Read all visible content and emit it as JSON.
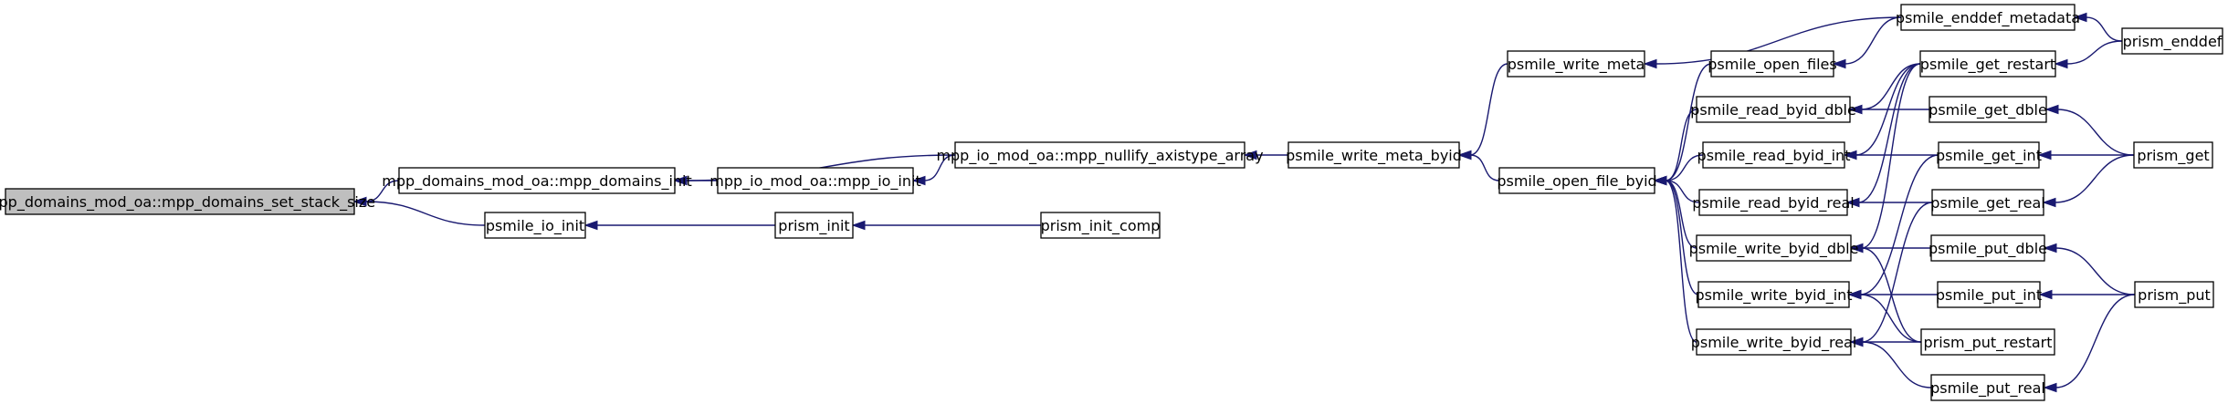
{
  "diagram": {
    "type": "call-graph",
    "colors": {
      "edge": "#191970",
      "root_fill": "#bfbfbf",
      "node_fill": "#ffffff",
      "border": "#000000"
    },
    "nodes": [
      {
        "id": "root",
        "label": "mpp_domains_mod_oa::mpp_domains_set_stack_size"
      },
      {
        "id": "dom_init",
        "label": "mpp_domains_mod_oa::mpp_domains_init"
      },
      {
        "id": "io_init2",
        "label": "psmile_io_init"
      },
      {
        "id": "mpp_io_init",
        "label": "mpp_io_mod_oa::mpp_io_init"
      },
      {
        "id": "prism_init",
        "label": "prism_init"
      },
      {
        "id": "nullify",
        "label": "mpp_io_mod_oa::mpp_nullify_axistype_array"
      },
      {
        "id": "prism_init_comp",
        "label": "prism_init_comp"
      },
      {
        "id": "write_meta_byid",
        "label": "psmile_write_meta_byid"
      },
      {
        "id": "write_meta",
        "label": "psmile_write_meta"
      },
      {
        "id": "open_file_byid",
        "label": "psmile_open_file_byid"
      },
      {
        "id": "open_files",
        "label": "psmile_open_files"
      },
      {
        "id": "read_dble",
        "label": "psmile_read_byid_dble"
      },
      {
        "id": "read_int",
        "label": "psmile_read_byid_int"
      },
      {
        "id": "read_real",
        "label": "psmile_read_byid_real"
      },
      {
        "id": "write_dble",
        "label": "psmile_write_byid_dble"
      },
      {
        "id": "write_int",
        "label": "psmile_write_byid_int"
      },
      {
        "id": "write_real",
        "label": "psmile_write_byid_real"
      },
      {
        "id": "enddef_meta",
        "label": "psmile_enddef_metadata"
      },
      {
        "id": "get_restart",
        "label": "psmile_get_restart"
      },
      {
        "id": "get_dble",
        "label": "psmile_get_dble"
      },
      {
        "id": "get_int",
        "label": "psmile_get_int"
      },
      {
        "id": "get_real",
        "label": "psmile_get_real"
      },
      {
        "id": "put_dble",
        "label": "psmile_put_dble"
      },
      {
        "id": "put_int",
        "label": "psmile_put_int"
      },
      {
        "id": "put_restart",
        "label": "prism_put_restart"
      },
      {
        "id": "put_real",
        "label": "psmile_put_real"
      },
      {
        "id": "prism_enddef",
        "label": "prism_enddef"
      },
      {
        "id": "prism_get",
        "label": "prism_get"
      },
      {
        "id": "prism_put",
        "label": "prism_put"
      }
    ],
    "edges": [
      {
        "from": "dom_init",
        "to": "root"
      },
      {
        "from": "io_init2",
        "to": "root"
      },
      {
        "from": "mpp_io_init",
        "to": "dom_init"
      },
      {
        "from": "nullify",
        "to": "dom_init"
      },
      {
        "from": "prism_init",
        "to": "io_init2"
      },
      {
        "from": "nullify",
        "to": "mpp_io_init"
      },
      {
        "from": "prism_init_comp",
        "to": "prism_init"
      },
      {
        "from": "write_meta_byid",
        "to": "nullify"
      },
      {
        "from": "write_meta",
        "to": "write_meta_byid"
      },
      {
        "from": "open_file_byid",
        "to": "write_meta_byid"
      },
      {
        "from": "enddef_meta",
        "to": "write_meta"
      },
      {
        "from": "open_files",
        "to": "open_file_byid"
      },
      {
        "from": "read_dble",
        "to": "open_file_byid"
      },
      {
        "from": "read_int",
        "to": "open_file_byid"
      },
      {
        "from": "read_real",
        "to": "open_file_byid"
      },
      {
        "from": "write_dble",
        "to": "open_file_byid"
      },
      {
        "from": "write_int",
        "to": "open_file_byid"
      },
      {
        "from": "write_real",
        "to": "open_file_byid"
      },
      {
        "from": "enddef_meta",
        "to": "open_files"
      },
      {
        "from": "get_restart",
        "to": "read_dble"
      },
      {
        "from": "get_dble",
        "to": "read_dble"
      },
      {
        "from": "get_restart",
        "to": "read_int"
      },
      {
        "from": "get_int",
        "to": "read_int"
      },
      {
        "from": "get_restart",
        "to": "read_real"
      },
      {
        "from": "get_real",
        "to": "read_real"
      },
      {
        "from": "get_restart",
        "to": "write_dble"
      },
      {
        "from": "put_dble",
        "to": "write_dble"
      },
      {
        "from": "put_restart",
        "to": "write_dble"
      },
      {
        "from": "get_int",
        "to": "write_int"
      },
      {
        "from": "put_int",
        "to": "write_int"
      },
      {
        "from": "put_restart",
        "to": "write_int"
      },
      {
        "from": "get_real",
        "to": "write_real"
      },
      {
        "from": "put_restart",
        "to": "write_real"
      },
      {
        "from": "put_real",
        "to": "write_real"
      },
      {
        "from": "prism_enddef",
        "to": "enddef_meta"
      },
      {
        "from": "prism_enddef",
        "to": "get_restart"
      },
      {
        "from": "prism_get",
        "to": "get_dble"
      },
      {
        "from": "prism_get",
        "to": "get_int"
      },
      {
        "from": "prism_get",
        "to": "get_real"
      },
      {
        "from": "prism_put",
        "to": "put_dble"
      },
      {
        "from": "prism_put",
        "to": "put_int"
      },
      {
        "from": "prism_put",
        "to": "put_real"
      }
    ]
  }
}
